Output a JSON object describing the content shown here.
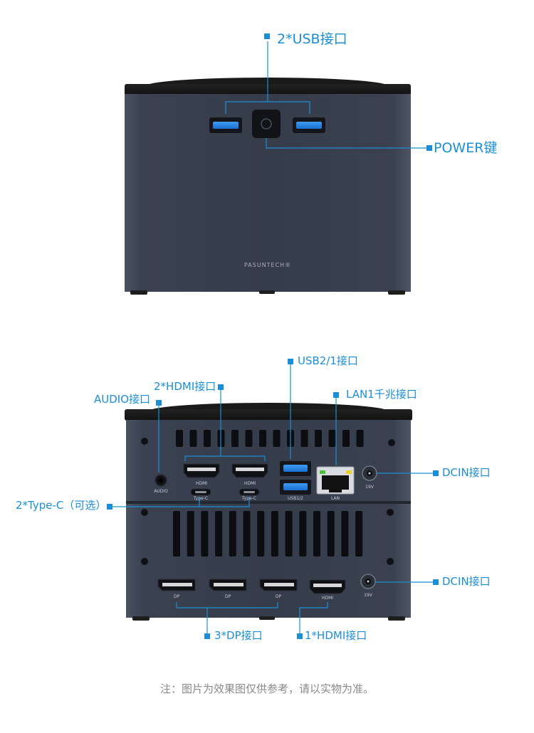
{
  "top_view": {
    "callouts": {
      "usb": "2*USB接口",
      "power": "POWER键"
    },
    "brand": "PASUNTECH"
  },
  "rear_view": {
    "callouts": {
      "usb2": "USB2/1接口",
      "hdmi2": "2*HDMI接口",
      "lan": "LAN1千兆接口",
      "audio": "AUDIO接口",
      "dcin_top": "DCIN接口",
      "typec": "2*Type-C（可选）",
      "dcin_bottom": "DCIN接口",
      "dp": "3*DP接口",
      "hdmi1": "1*HDMI接口"
    },
    "port_labels": {
      "hdmi_a": "HDMI",
      "hdmi_b": "HDMI",
      "audio": "AUDIO",
      "typec_a": "Type-C",
      "typec_b": "Type-C",
      "usb": "USB1/2",
      "lan": "LAN",
      "dc_top": "19V",
      "dp_a": "DP",
      "dp_b": "DP",
      "dp_c": "DP",
      "hdmi_bottom": "HDMI",
      "dc_bottom": "19V"
    }
  },
  "footer_note": "注：图片为效果图仅供参考，请以实物为准。",
  "colors": {
    "accent": "#1a8fd6",
    "body": "#3b4252",
    "top_cap": "#1c1c1c"
  }
}
